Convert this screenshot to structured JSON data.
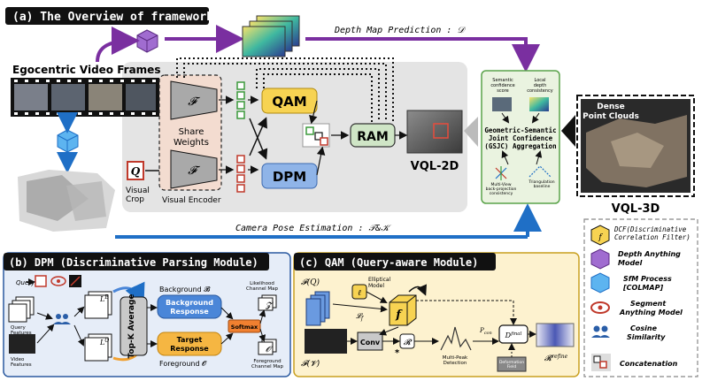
{
  "top": {
    "title": "(a) The Overview of framework",
    "egocentric_label": "Egocentric Video Frames",
    "depth_pred": "Depth Map Prediction : 𝒟",
    "pose_est": "Camera Pose Estimation : 𝒯&𝒦",
    "share_weights": "Share\nWeights",
    "visual_encoder": "Visual Encoder",
    "visual_crop": "Visual\nCrop",
    "f_symbol": "𝓕",
    "q_symbol": "Q",
    "qam": "QAM",
    "dpm": "DPM",
    "ram": "RAM",
    "vql2d": "VQL-2D",
    "vql3d": "VQL-3D",
    "dense_clouds": "Dense\nPoint Clouds",
    "gsjc": {
      "semantic": "Semantic\nconfidence\nscore",
      "local_depth": "Local\ndepth\nconsistency",
      "title": "Geometric-Semantic\nJoint Confidence\n(GSJC) Aggregation",
      "multiview": "Multi-View\nback-projection\nconsistency",
      "triangulation": "Triangulation\nbaseline"
    }
  },
  "legend": {
    "items": [
      {
        "label": "DCF(Discriminative\nCorrelation Filter)",
        "icon": "f-cube-icon"
      },
      {
        "label": "Depth Anything\nModel",
        "icon": "purple-cube-icon"
      },
      {
        "label": "SfM Process\n[COLMAP]",
        "icon": "blue-cube-icon"
      },
      {
        "label": "Segment\nAnything Model",
        "icon": "eye-target-icon"
      },
      {
        "label": "Cosine\nSimilarity",
        "icon": "people-icon"
      },
      {
        "label": "Concatenation",
        "icon": "concat-icon"
      }
    ]
  },
  "dpm_panel": {
    "title": "(b) DPM (Discriminative Parsing Module)",
    "query": "Query",
    "query_features": "Query\nFeatures",
    "video_features": "Video\nFeatures",
    "lb": "L^B",
    "lo": "L^O",
    "topk": "Top-K\nAverage",
    "background": "Background 𝓑",
    "bg_response": "Background\nResponse",
    "target_response": "Target\nResponse",
    "foreground": "Foreground 𝓞",
    "softmax": "Softmax",
    "likelihood": "Likelihood\nChannel Map",
    "z": "𝓩",
    "o": "𝓞",
    "fg_map": "Foreground\nChannel Map"
  },
  "qam_panel": {
    "title": "(c) QAM (Query-aware Module)",
    "fq": "𝓕(Q)",
    "fv": "𝓕(𝓥)",
    "elliptical": "Elliptical\nModel",
    "lf": "𝓛_f",
    "f": "f",
    "conv": "Conv",
    "r": "𝓡",
    "star": "*",
    "multipeak": "Multi-Peak\nDetection",
    "pcon": "P_con",
    "dfinal": "D^final",
    "deform": "Deformation\nField",
    "rrefine": "𝓡^refine"
  },
  "colors": {
    "qam": "#f7d352",
    "dpm": "#8fb4e8",
    "ram": "#cfe5c6",
    "purple": "#7a2fa0",
    "blue": "#1f6fc6",
    "green_panel": "#eaf3e0",
    "orange": "#f08030"
  }
}
